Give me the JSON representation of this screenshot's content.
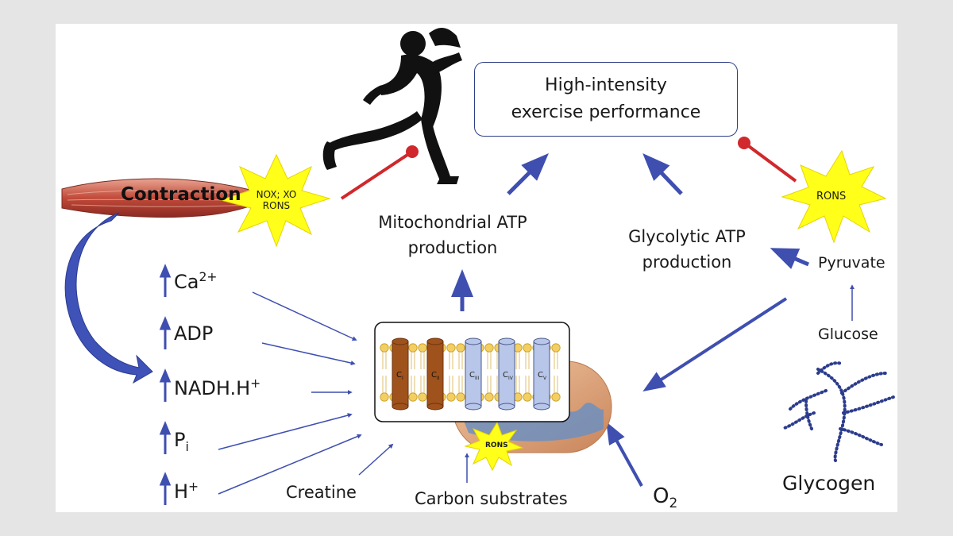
{
  "title_box": {
    "line1": "High-intensity",
    "line2": "exercise performance"
  },
  "labels": {
    "contraction": "Contraction",
    "nox_xo": "NOX; XO",
    "rons_muscle": "RONS",
    "rons_right": "RONS",
    "rons_mito": "RONS",
    "mito_atp_1": "Mitochondrial ATP",
    "mito_atp_2": "production",
    "glyco_atp_1": "Glycolytic ATP",
    "glyco_atp_2": "production",
    "pyruvate": "Pyruvate",
    "glucose": "Glucose",
    "glycogen": "Glycogen",
    "creatine": "Creatine",
    "carbon_substrates": "Carbon substrates",
    "o2_main": "O",
    "o2_sub": "2"
  },
  "metabolites": [
    {
      "base": "Ca",
      "sup": "2+",
      "sub": ""
    },
    {
      "base": "ADP",
      "sup": "",
      "sub": ""
    },
    {
      "base": "NADH.H",
      "sup": "+",
      "sub": ""
    },
    {
      "base": "P",
      "sup": "",
      "sub": "i"
    },
    {
      "base": "H",
      "sup": "+",
      "sub": ""
    }
  ],
  "complexes": [
    {
      "base": "C",
      "sub": "I"
    },
    {
      "base": "C",
      "sub": "II"
    },
    {
      "base": "C",
      "sub": "III"
    },
    {
      "base": "C",
      "sub": "IV"
    },
    {
      "base": "C",
      "sub": "V"
    }
  ],
  "colors": {
    "arrow": "#3f4fb0",
    "inhibit": "#d0282c",
    "starburst": "#ffff1a",
    "complex_brown": "#a0521c",
    "complex_blue": "#b8c6ea"
  }
}
